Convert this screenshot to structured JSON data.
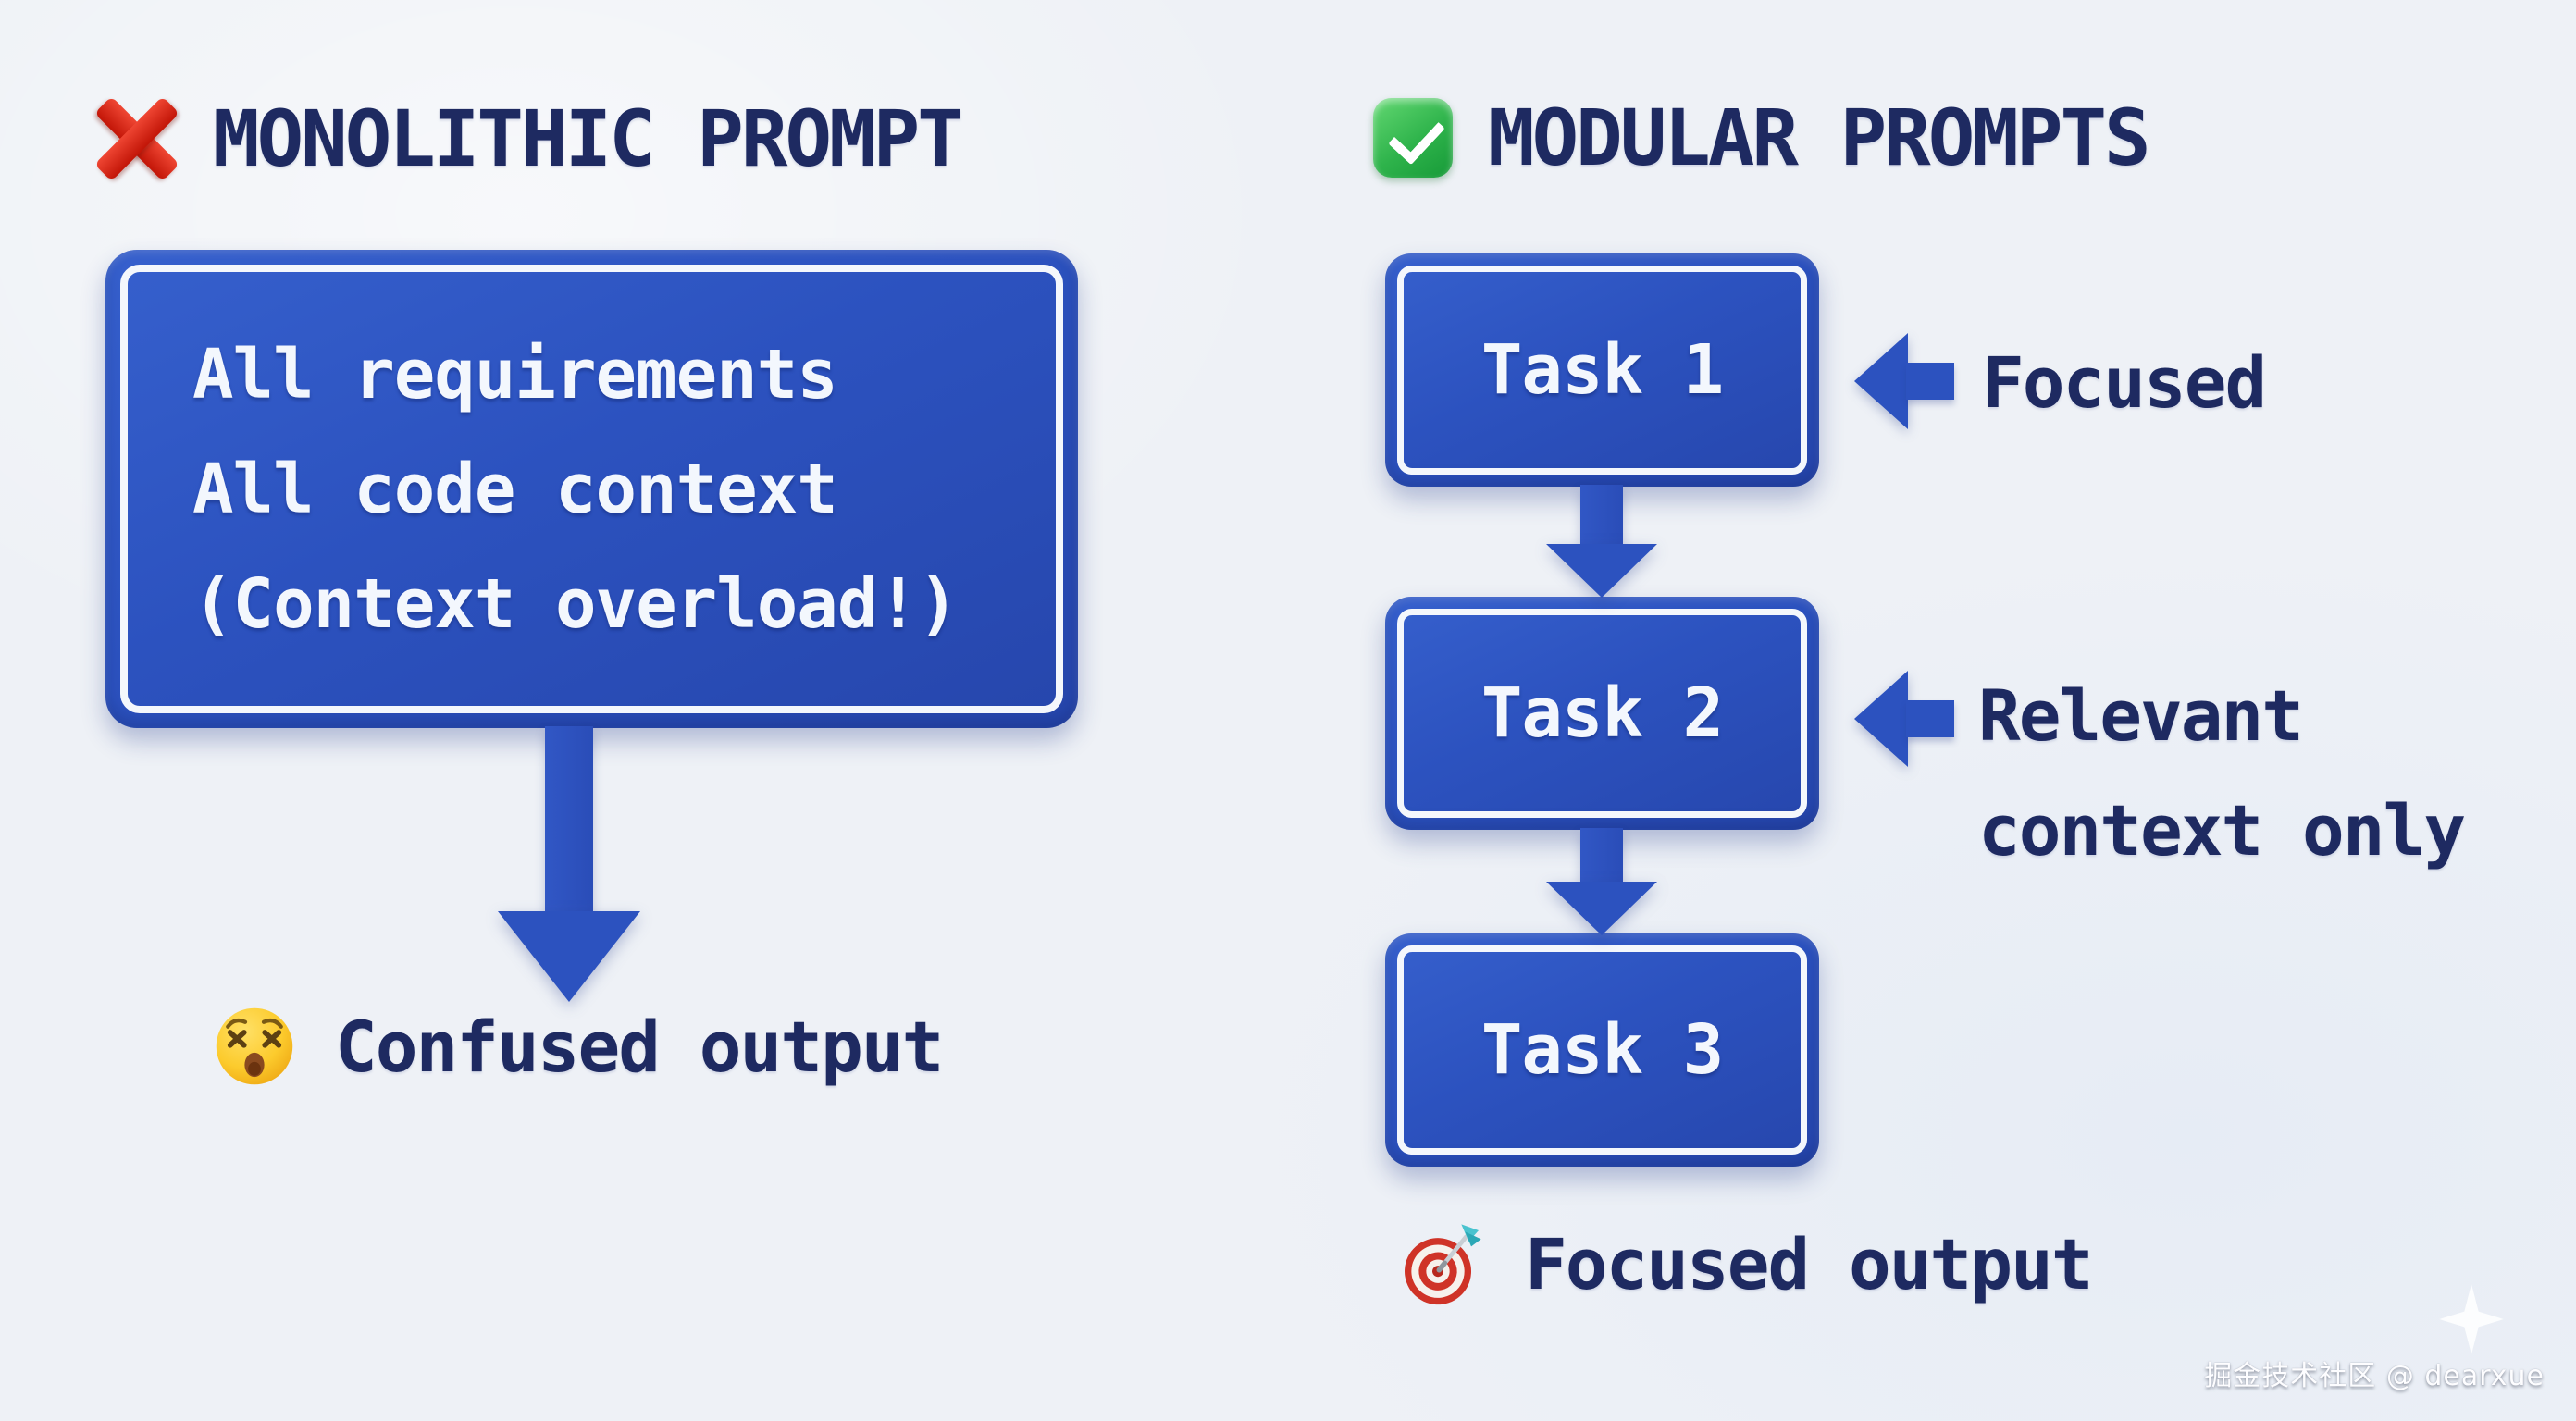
{
  "left": {
    "heading": "MONOLITHIC PROMPT",
    "heading_icon": "cross-mark-icon",
    "box_lines": [
      "All requirements",
      "All code context",
      "(Context overload!)"
    ],
    "arrow_icon": "down-arrow",
    "output_icon": "dizzy-face-icon",
    "output_label": "Confused output"
  },
  "right": {
    "heading": "MODULAR PROMPTS",
    "heading_icon": "check-mark-icon",
    "tasks": [
      {
        "label": "Task 1"
      },
      {
        "label": "Task 2"
      },
      {
        "label": "Task 3"
      }
    ],
    "flow_arrow_icon": "down-arrow",
    "annotations": [
      {
        "for": "Task 1",
        "icon": "left-arrow-icon",
        "lines": [
          "Focused"
        ]
      },
      {
        "for": "Task 2",
        "icon": "left-arrow-icon",
        "lines": [
          "Relevant",
          "context only"
        ]
      }
    ],
    "output_icon": "target-icon",
    "output_label": "Focused output"
  },
  "watermark": "掘金技术社区 @ dearxue",
  "colors": {
    "background": "#eef1f6",
    "box_blue": "#2c52bf",
    "ring_white": "#f4f7fc",
    "navy_text": "#1e2a61",
    "cross_red": "#d62a1e",
    "check_green": "#2eb34b"
  }
}
